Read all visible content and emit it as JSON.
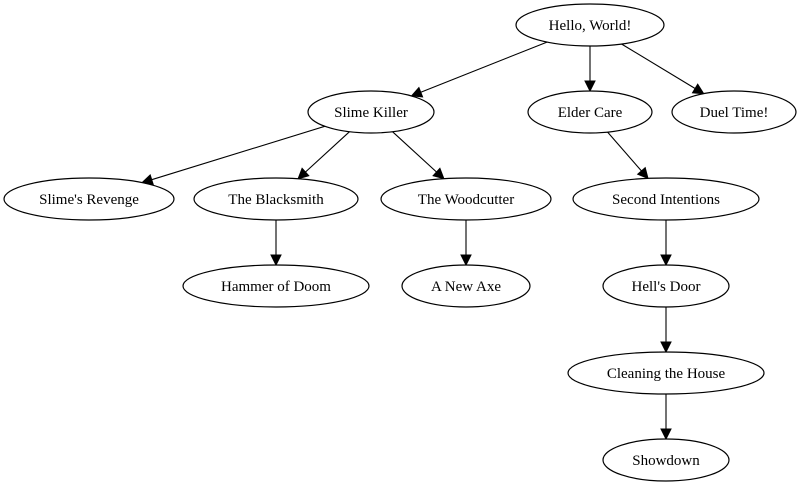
{
  "diagram": {
    "type": "directed-tree",
    "colors": {
      "background": "#ffffff",
      "stroke": "#000000",
      "node_fill": "#ffffff"
    },
    "nodes": [
      {
        "id": "hello",
        "label": "Hello, World!"
      },
      {
        "id": "slime_killer",
        "label": "Slime Killer"
      },
      {
        "id": "elder_care",
        "label": "Elder Care"
      },
      {
        "id": "duel_time",
        "label": "Duel Time!"
      },
      {
        "id": "slimes_revenge",
        "label": "Slime's Revenge"
      },
      {
        "id": "blacksmith",
        "label": "The Blacksmith"
      },
      {
        "id": "woodcutter",
        "label": "The Woodcutter"
      },
      {
        "id": "second_intentions",
        "label": "Second Intentions"
      },
      {
        "id": "hammer_of_doom",
        "label": "Hammer of Doom"
      },
      {
        "id": "new_axe",
        "label": "A New Axe"
      },
      {
        "id": "hells_door",
        "label": "Hell's Door"
      },
      {
        "id": "cleaning_house",
        "label": "Cleaning the House"
      },
      {
        "id": "showdown",
        "label": "Showdown"
      }
    ],
    "edges": [
      {
        "from": "hello",
        "to": "slime_killer"
      },
      {
        "from": "hello",
        "to": "elder_care"
      },
      {
        "from": "hello",
        "to": "duel_time"
      },
      {
        "from": "slime_killer",
        "to": "slimes_revenge"
      },
      {
        "from": "slime_killer",
        "to": "blacksmith"
      },
      {
        "from": "slime_killer",
        "to": "woodcutter"
      },
      {
        "from": "elder_care",
        "to": "second_intentions"
      },
      {
        "from": "blacksmith",
        "to": "hammer_of_doom"
      },
      {
        "from": "woodcutter",
        "to": "new_axe"
      },
      {
        "from": "second_intentions",
        "to": "hells_door"
      },
      {
        "from": "hells_door",
        "to": "cleaning_house"
      },
      {
        "from": "cleaning_house",
        "to": "showdown"
      }
    ]
  }
}
